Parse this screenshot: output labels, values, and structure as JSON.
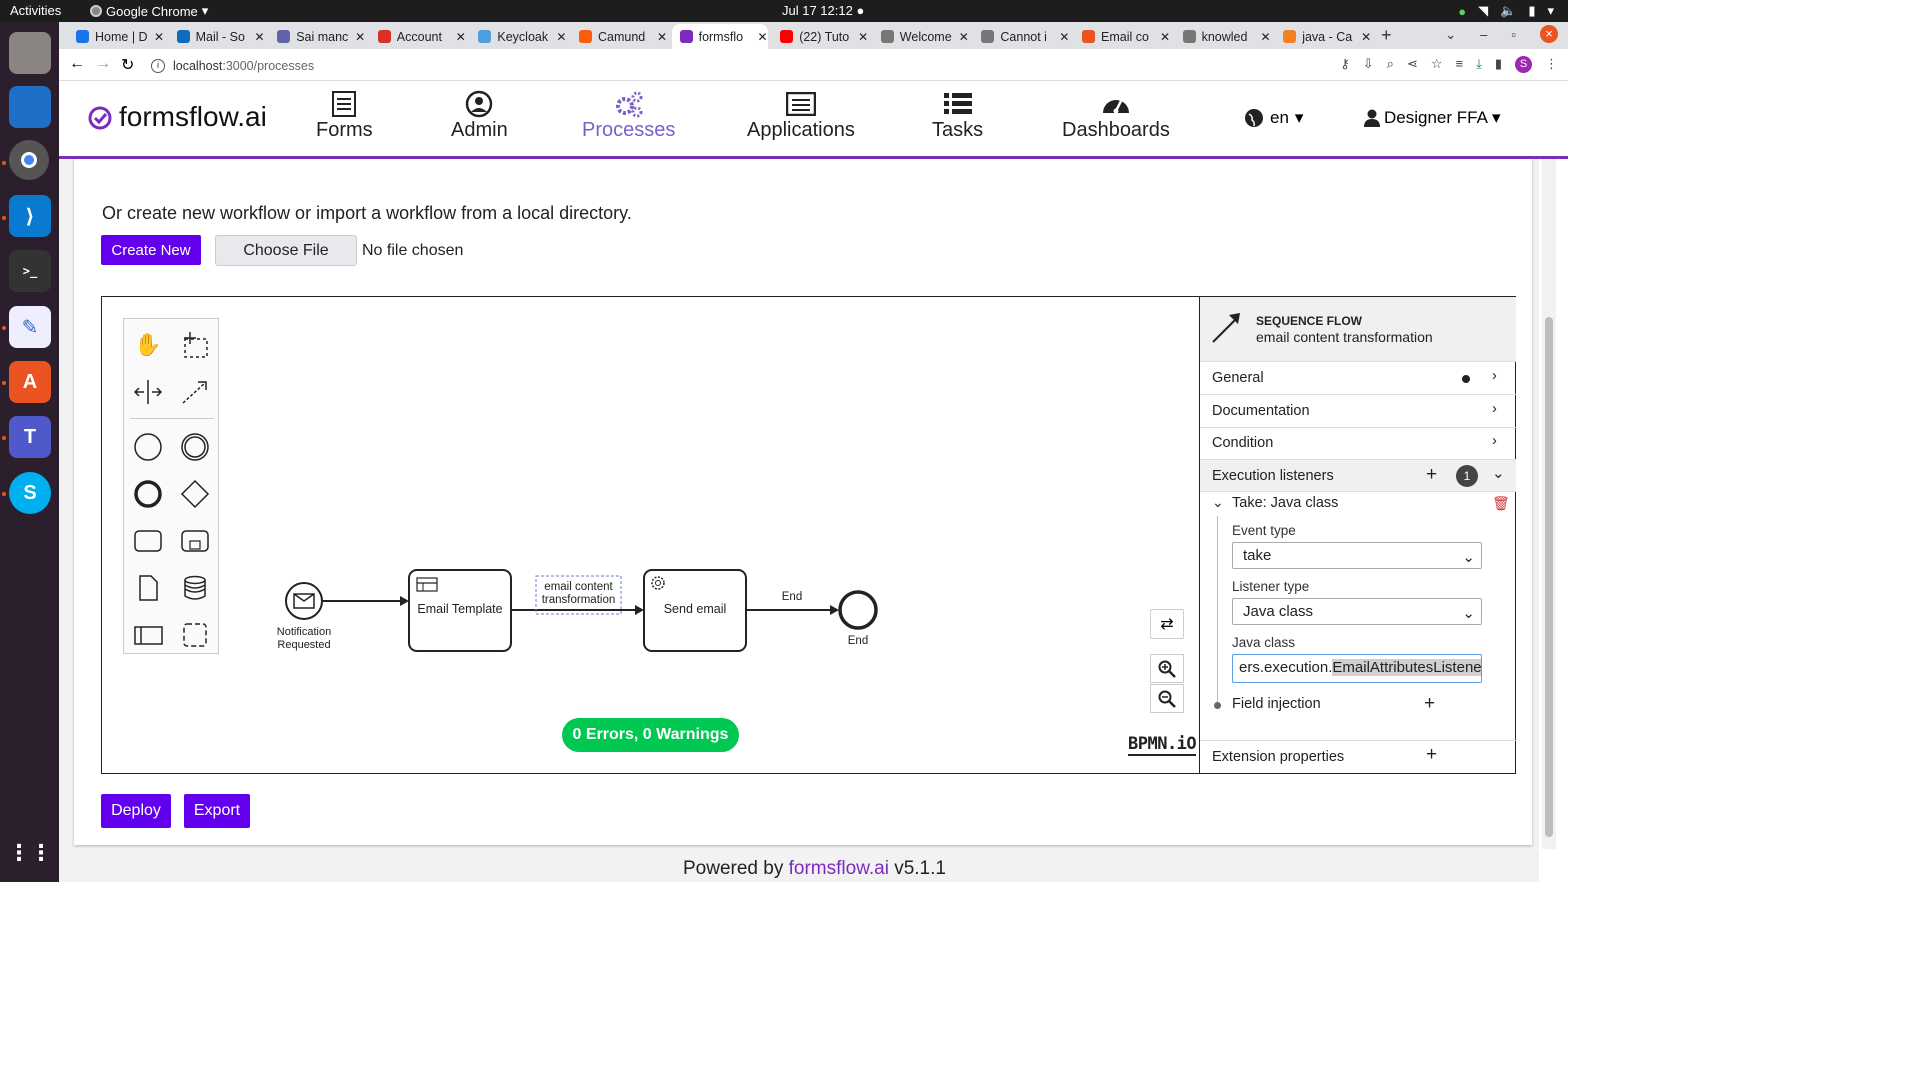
{
  "os": {
    "activities": "Activities",
    "app_name": "Google Chrome",
    "clock": "Jul 17  12:12"
  },
  "tabs": [
    {
      "label": "Home | D",
      "color": "#1a73e8"
    },
    {
      "label": "Mail - So",
      "color": "#0f6cbd"
    },
    {
      "label": "Sai manc",
      "color": "#6264a7"
    },
    {
      "label": "Account",
      "color": "#d93025"
    },
    {
      "label": "Keycloak",
      "color": "#4d9de0"
    },
    {
      "label": "Camund",
      "color": "#fc5d0d"
    },
    {
      "label": "formsflo",
      "color": "#7b2cbf"
    },
    {
      "label": "(22) Tuto",
      "color": "#ff0000"
    },
    {
      "label": "Welcome",
      "color": "#777777"
    },
    {
      "label": "Cannot i",
      "color": "#777777"
    },
    {
      "label": "Email co",
      "color": "#e95420"
    },
    {
      "label": "knowled",
      "color": "#777777"
    },
    {
      "label": "java - Ca",
      "color": "#f48024"
    }
  ],
  "address": {
    "host": "localhost",
    "path": ":3000/processes"
  },
  "navbar": {
    "brand": "formsflow.ai",
    "items": [
      "Forms",
      "Admin",
      "Processes",
      "Applications",
      "Tasks",
      "Dashboards"
    ],
    "lang": "en",
    "user": "Designer FFA"
  },
  "page": {
    "intro": "Or create new workflow or import a workflow from a local directory.",
    "create_new": "Create New",
    "choose_file": "Choose File",
    "no_file": "No file chosen",
    "deploy": "Deploy",
    "export": "Export"
  },
  "diagram": {
    "start_label_1": "Notification",
    "start_label_2": "Requested",
    "task1": "Email Template",
    "flow_label_1": "email content",
    "flow_label_2": "transformation",
    "task2": "Send email",
    "end_flow": "End",
    "end_label": "End",
    "lint": "0 Errors, 0 Warnings",
    "watermark": "BPMN.iO"
  },
  "properties": {
    "type": "SEQUENCE FLOW",
    "name": "email content transformation",
    "groups": [
      "General",
      "Documentation",
      "Condition"
    ],
    "exec_listeners": "Execution listeners",
    "listener_count": "1",
    "listener_title": "Take: Java class",
    "event_type_label": "Event type",
    "event_type": "take",
    "listener_type_label": "Listener type",
    "listener_type": "Java class",
    "java_class_label": "Java class",
    "java_class_prefix": "ers.execution.",
    "java_class_sel": "EmailAttributesListener",
    "field_injection": "Field injection",
    "extension_props": "Extension properties"
  },
  "footer": {
    "prefix": "Powered by ",
    "brand": "formsflow.ai",
    "version": " v5.1.1"
  }
}
